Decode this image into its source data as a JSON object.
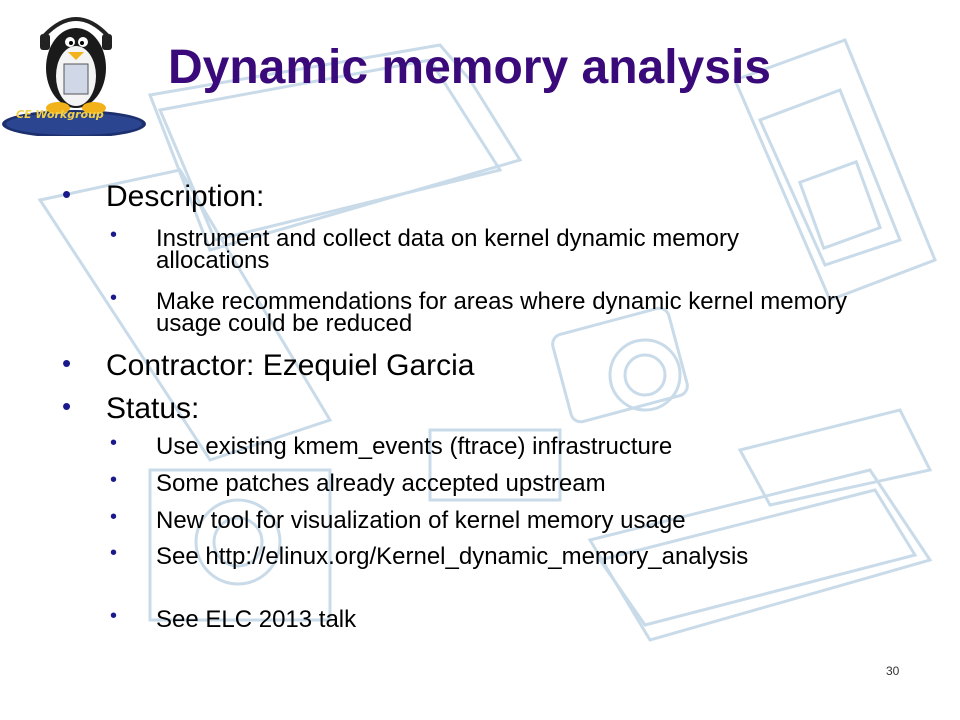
{
  "logo": {
    "text": "CE Workgroup"
  },
  "title": "Dynamic memory analysis",
  "bullets": [
    {
      "text": "Description:",
      "children": [
        "Instrument and collect data on kernel dynamic memory allocations",
        "Make recommendations for areas where dynamic kernel memory usage could be reduced"
      ]
    },
    {
      "text": "Contractor: Ezequiel Garcia",
      "children": []
    },
    {
      "text": "Status:",
      "children": [
        "Use existing kmem_events (ftrace) infrastructure",
        "Some patches already accepted upstream",
        "New tool for visualization of kernel memory usage",
        "See http://elinux.org/Kernel_dynamic_memory_analysis",
        "See ELC 2013 talk"
      ]
    }
  ],
  "page_number": "30",
  "colors": {
    "title": "#3a0a7a",
    "bullet": "#1a1a8c",
    "line_art": "#c9dbe9"
  }
}
